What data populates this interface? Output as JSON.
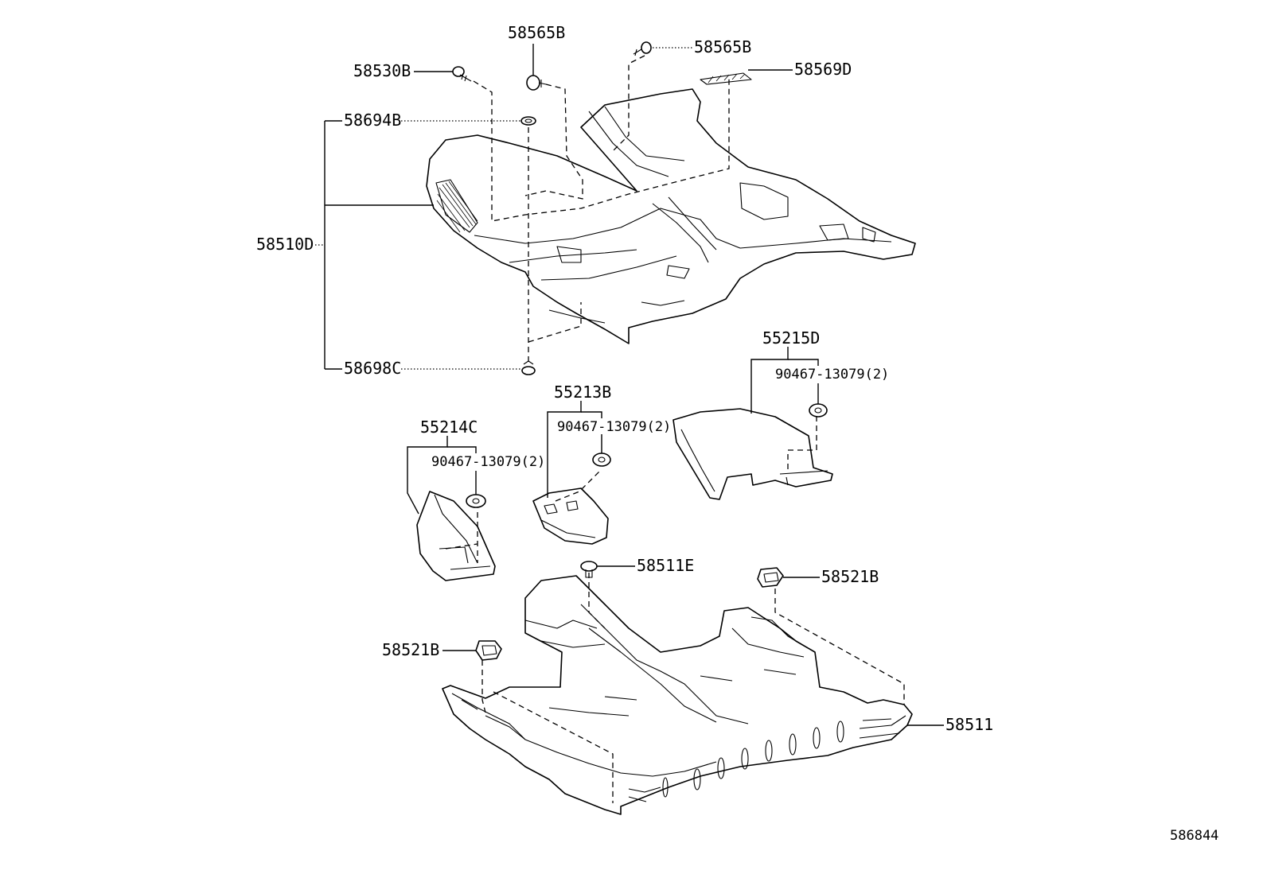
{
  "labels": {
    "p58565B_top": "58565B",
    "p58565B_right": "58565B",
    "p58530B": "58530B",
    "p58569D": "58569D",
    "p58694B": "58694B",
    "p58510D": "58510D",
    "p58698C": "58698C",
    "p55215D": "55215D",
    "p55215D_sub": "90467-13079(2)",
    "p55213B": "55213B",
    "p55213B_sub": "90467-13079(2)",
    "p55214C": "55214C",
    "p55214C_sub": "90467-13079(2)",
    "p58511E": "58511E",
    "p58521B_right": "58521B",
    "p58521B_left": "58521B",
    "p58511": "58511",
    "diagram_ref": "586844"
  }
}
